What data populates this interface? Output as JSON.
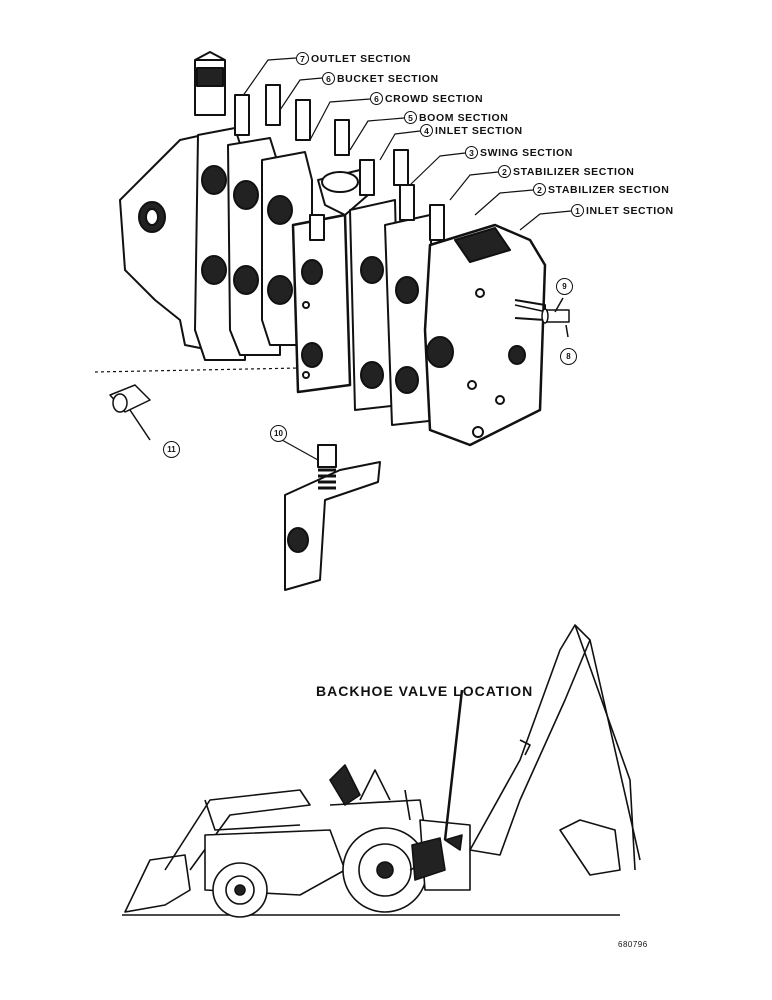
{
  "labels": [
    {
      "num": "7",
      "text": "OUTLET SECTION"
    },
    {
      "num": "6",
      "text": "BUCKET SECTION"
    },
    {
      "num": "6",
      "text": "CROWD SECTION"
    },
    {
      "num": "5",
      "text": "BOOM SECTION"
    },
    {
      "num": "4",
      "text": "INLET SECTION"
    },
    {
      "num": "3",
      "text": "SWING SECTION"
    },
    {
      "num": "2",
      "text": "STABILIZER SECTION"
    },
    {
      "num": "2",
      "text": "STABILIZER SECTION"
    },
    {
      "num": "1",
      "text": "INLET SECTION"
    }
  ],
  "callouts": [
    "9",
    "8",
    "11",
    "10"
  ],
  "location_title": "BACKHOE VALVE LOCATION",
  "document_number": "680796"
}
